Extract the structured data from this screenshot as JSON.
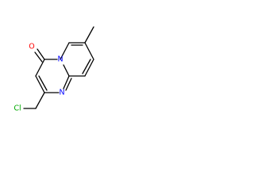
{
  "molecule": {
    "atoms": {
      "carbonyl_oxygen": {
        "label": "O",
        "color": "#ff0000"
      },
      "ring_nitrogen": {
        "label": "N",
        "color": "#0000ff"
      },
      "ring_nitrogen_2": {
        "label": "N",
        "color": "#0000ff"
      },
      "chlorine": {
        "label": "Cl",
        "color": "#00aa00"
      }
    }
  }
}
